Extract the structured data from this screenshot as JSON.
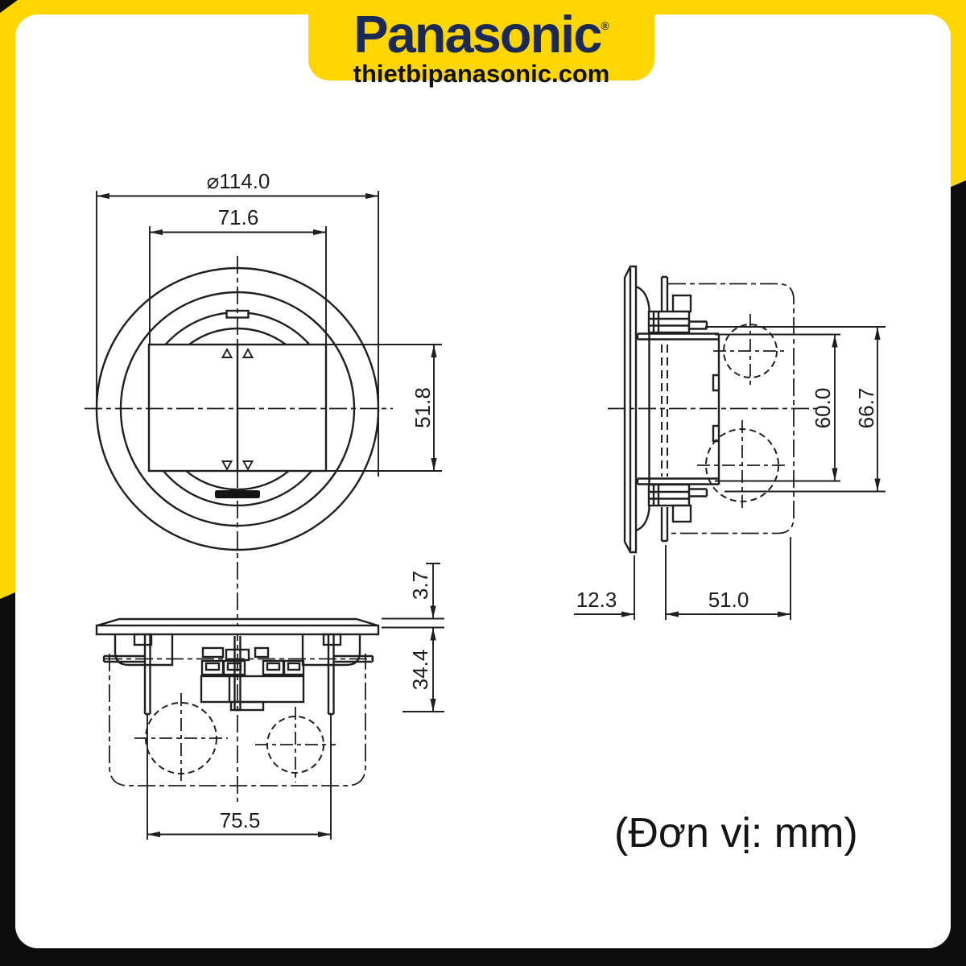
{
  "colors": {
    "yellow": "#ffd600",
    "black": "#0d0d0d",
    "navy": "#1b2a55",
    "line": "#1f1f1f"
  },
  "header": {
    "brand": "Panasonic",
    "brand_mark": "®",
    "site": "thietbipanasonic.com"
  },
  "drawing": {
    "unit_note": "(Đơn vị: mm)",
    "front_view": {
      "diameter": "⌀114.0",
      "width": "71.6",
      "height": "51.8"
    },
    "side_view": {
      "hole_pitch": "60.0",
      "overall_height": "66.7",
      "front_offset": "12.3",
      "box_depth": "51.0"
    },
    "bottom_view": {
      "plate_thickness": "3.7",
      "body_depth": "34.4",
      "mount_width": "75.5"
    }
  }
}
